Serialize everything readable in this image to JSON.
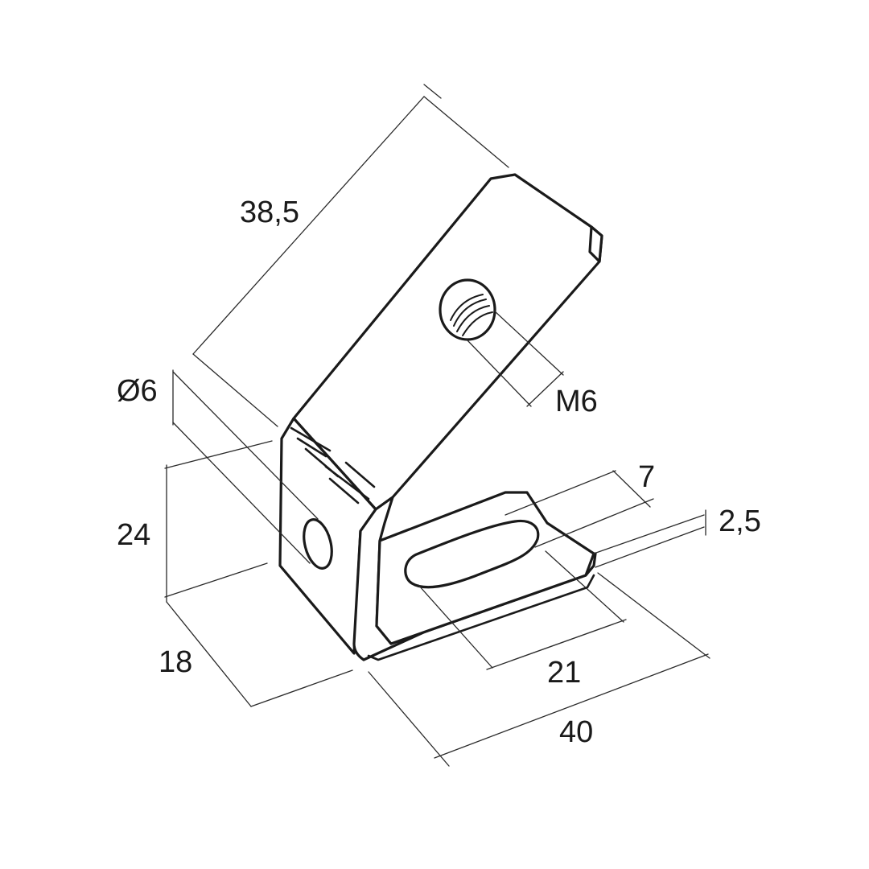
{
  "dimensions": {
    "upright_length": "38,5",
    "hole_diameter": "Ø6",
    "thread": "M6",
    "slot_width": "7",
    "thickness": "2,5",
    "height": "24",
    "depth": "18",
    "slot_length": "21",
    "base_length": "40"
  },
  "colors": {
    "line": "#1a1a1a",
    "background": "#ffffff"
  }
}
